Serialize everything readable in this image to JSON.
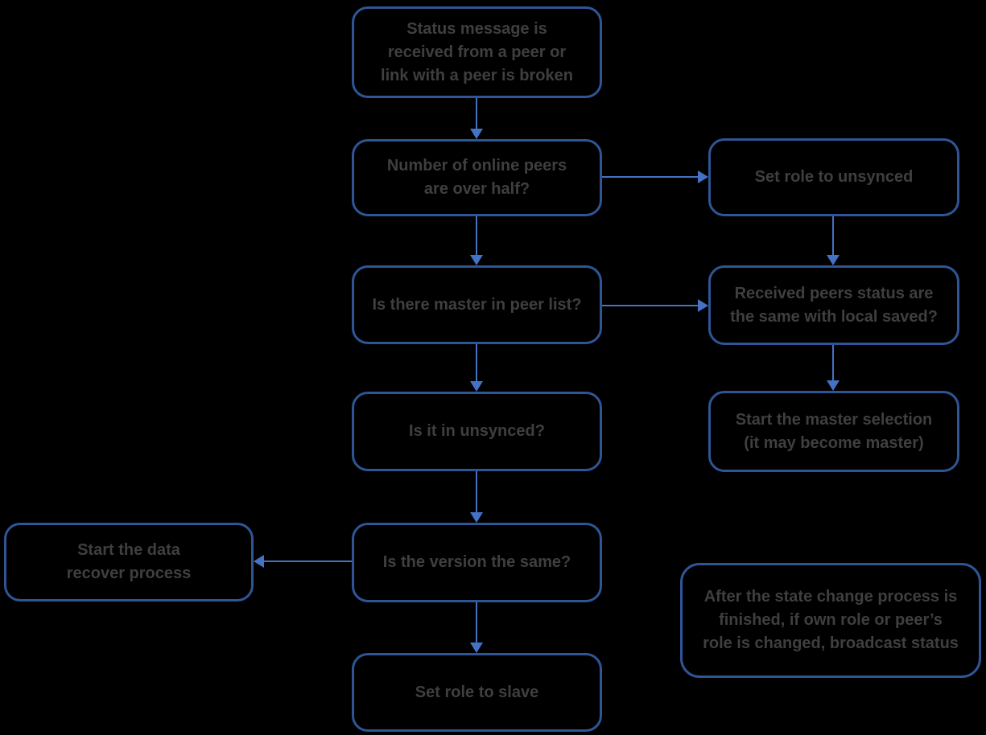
{
  "diagram": {
    "type": "flowchart",
    "colors": {
      "background": "#000000",
      "box_border": "#2F5597",
      "arrow": "#4472C4",
      "text": "#3F3F42"
    },
    "nodes": {
      "start": {
        "label": "Status message is\nreceived from a peer or\nlink with a peer is broken"
      },
      "peers_over_half": {
        "label": "Number of online peers\nare over half?"
      },
      "set_role_unsynced": {
        "label": "Set role to unsynced"
      },
      "master_in_peer_list": {
        "label": "Is there master in peer list?"
      },
      "received_status_same": {
        "label": "Received peers status are\nthe same with local saved?"
      },
      "is_unsynced": {
        "label": "Is it in unsynced?"
      },
      "start_master_selection": {
        "label": "Start the master selection\n(it may become master)"
      },
      "version_same": {
        "label": "Is the version the same?"
      },
      "start_data_recover": {
        "label": "Start the data\nrecover process"
      },
      "set_role_slave": {
        "label": "Set role to slave"
      },
      "note": {
        "label": "After the state change process is\nfinished, if own role or peer’s\nrole is changed, broadcast status"
      }
    },
    "edges": [
      {
        "from": "start",
        "to": "peers_over_half",
        "direction": "down"
      },
      {
        "from": "peers_over_half",
        "to": "set_role_unsynced",
        "direction": "right"
      },
      {
        "from": "peers_over_half",
        "to": "master_in_peer_list",
        "direction": "down"
      },
      {
        "from": "set_role_unsynced",
        "to": "received_status_same",
        "direction": "down"
      },
      {
        "from": "master_in_peer_list",
        "to": "received_status_same",
        "direction": "right"
      },
      {
        "from": "master_in_peer_list",
        "to": "is_unsynced",
        "direction": "down"
      },
      {
        "from": "received_status_same",
        "to": "start_master_selection",
        "direction": "down"
      },
      {
        "from": "is_unsynced",
        "to": "version_same",
        "direction": "down"
      },
      {
        "from": "version_same",
        "to": "start_data_recover",
        "direction": "left"
      },
      {
        "from": "version_same",
        "to": "set_role_slave",
        "direction": "down"
      }
    ]
  }
}
